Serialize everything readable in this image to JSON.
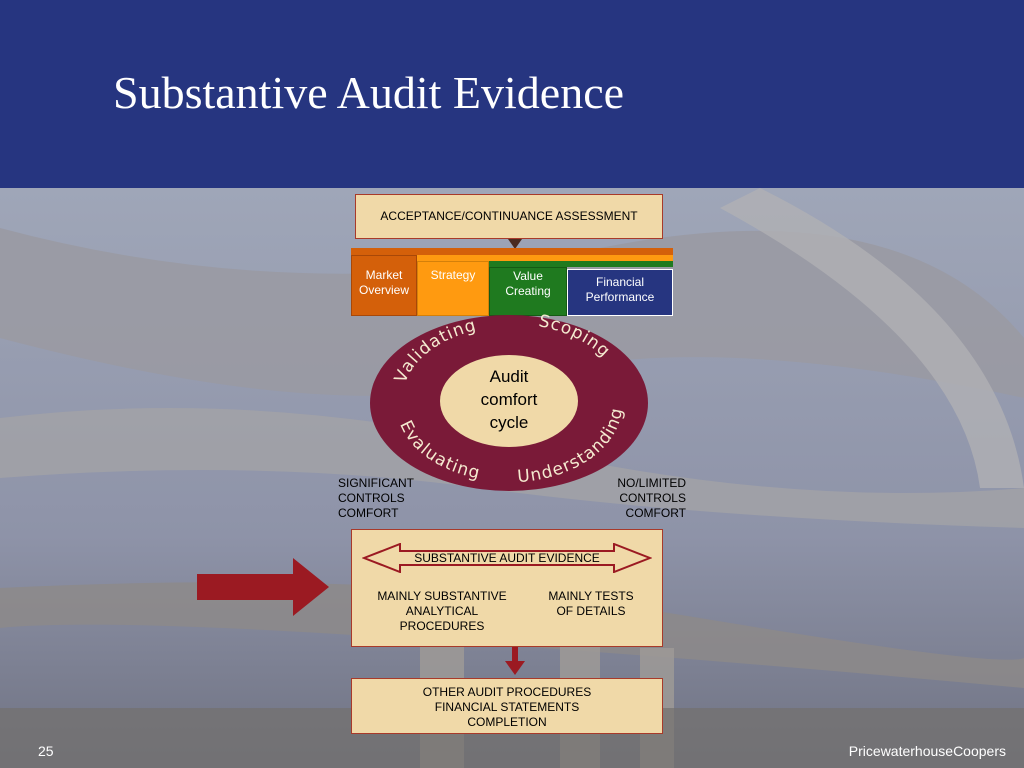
{
  "slide": {
    "title": "Substantive Audit Evidence",
    "page_number": "25",
    "company": "PricewaterhouseCoopers"
  },
  "diagram": {
    "acceptance": "ACCEPTANCE/CONTINUANCE ASSESSMENT",
    "planning_steps": [
      {
        "lines": [
          "Market",
          "Overview"
        ],
        "color": "#d4600a",
        "text_color": "#ffffff"
      },
      {
        "lines": [
          "Strategy"
        ],
        "color": "#ff9a10",
        "text_color": "#ffffff"
      },
      {
        "lines": [
          "Value",
          "Creating"
        ],
        "color": "#1f7a1f",
        "text_color": "#ffffff"
      },
      {
        "lines": [
          "Financial",
          "Performance"
        ],
        "color": "#263580",
        "text_color": "#ffffff"
      }
    ],
    "cycle": {
      "center": [
        "Audit",
        "comfort",
        "cycle"
      ],
      "stages": [
        "Validating",
        "Scoping",
        "Understanding",
        "Evaluating"
      ],
      "ring_color": "#7a1a38",
      "center_color": "#f0d9a8"
    },
    "left_label": [
      "SIGNIFICANT",
      "CONTROLS",
      "COMFORT"
    ],
    "right_label": [
      "NO/LIMITED",
      "CONTROLS",
      "COMFORT"
    ],
    "evidence": {
      "title": "SUBSTANTIVE AUDIT EVIDENCE",
      "left": [
        "MAINLY SUBSTANTIVE",
        "ANALYTICAL",
        "PROCEDURES"
      ],
      "right": [
        "MAINLY TESTS",
        "OF DETAILS"
      ]
    },
    "other": [
      "OTHER AUDIT PROCEDURES",
      "FINANCIAL STATEMENTS",
      "COMPLETION"
    ],
    "accent_color": "#9b1a22"
  }
}
